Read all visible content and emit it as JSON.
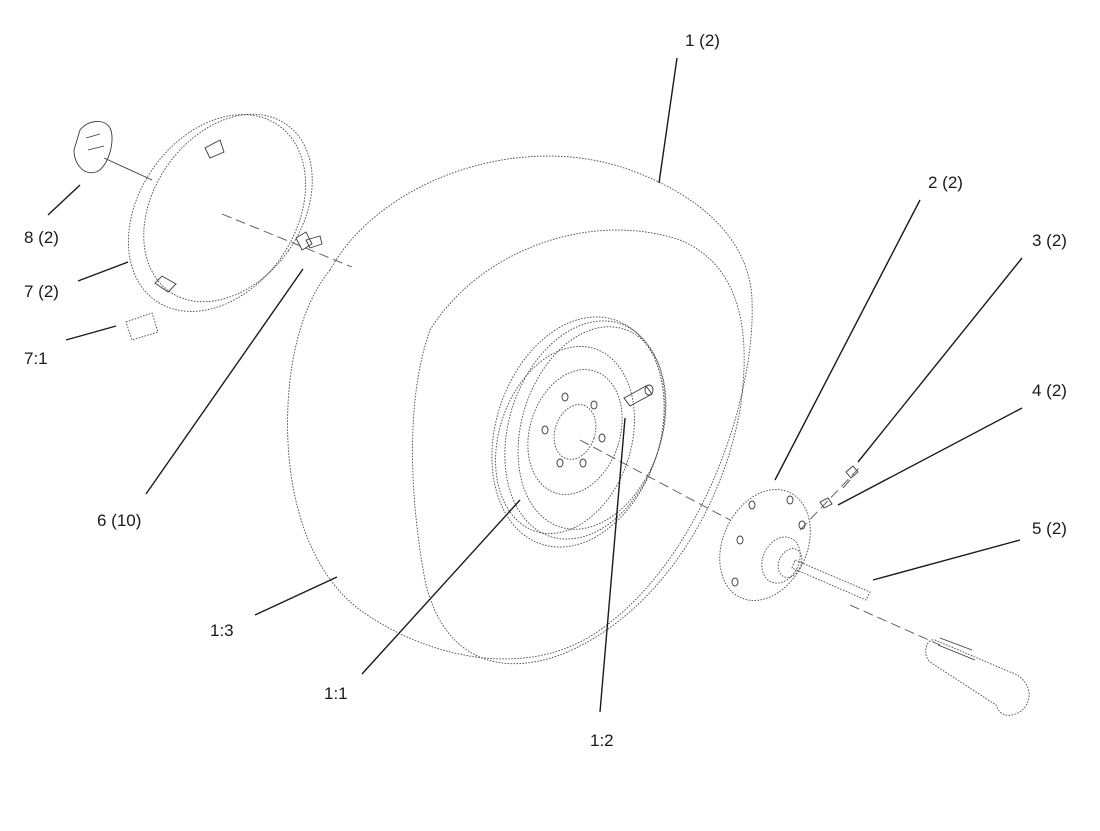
{
  "callouts": {
    "c1": "1 (2)",
    "c2": "2 (2)",
    "c3": "3 (2)",
    "c4": "4 (2)",
    "c5": "5 (2)",
    "c6": "6 (10)",
    "c7": "7 (2)",
    "c71": "7:1",
    "c8": "8 (2)",
    "c11": "1:1",
    "c12": "1:2",
    "c13": "1:3"
  }
}
